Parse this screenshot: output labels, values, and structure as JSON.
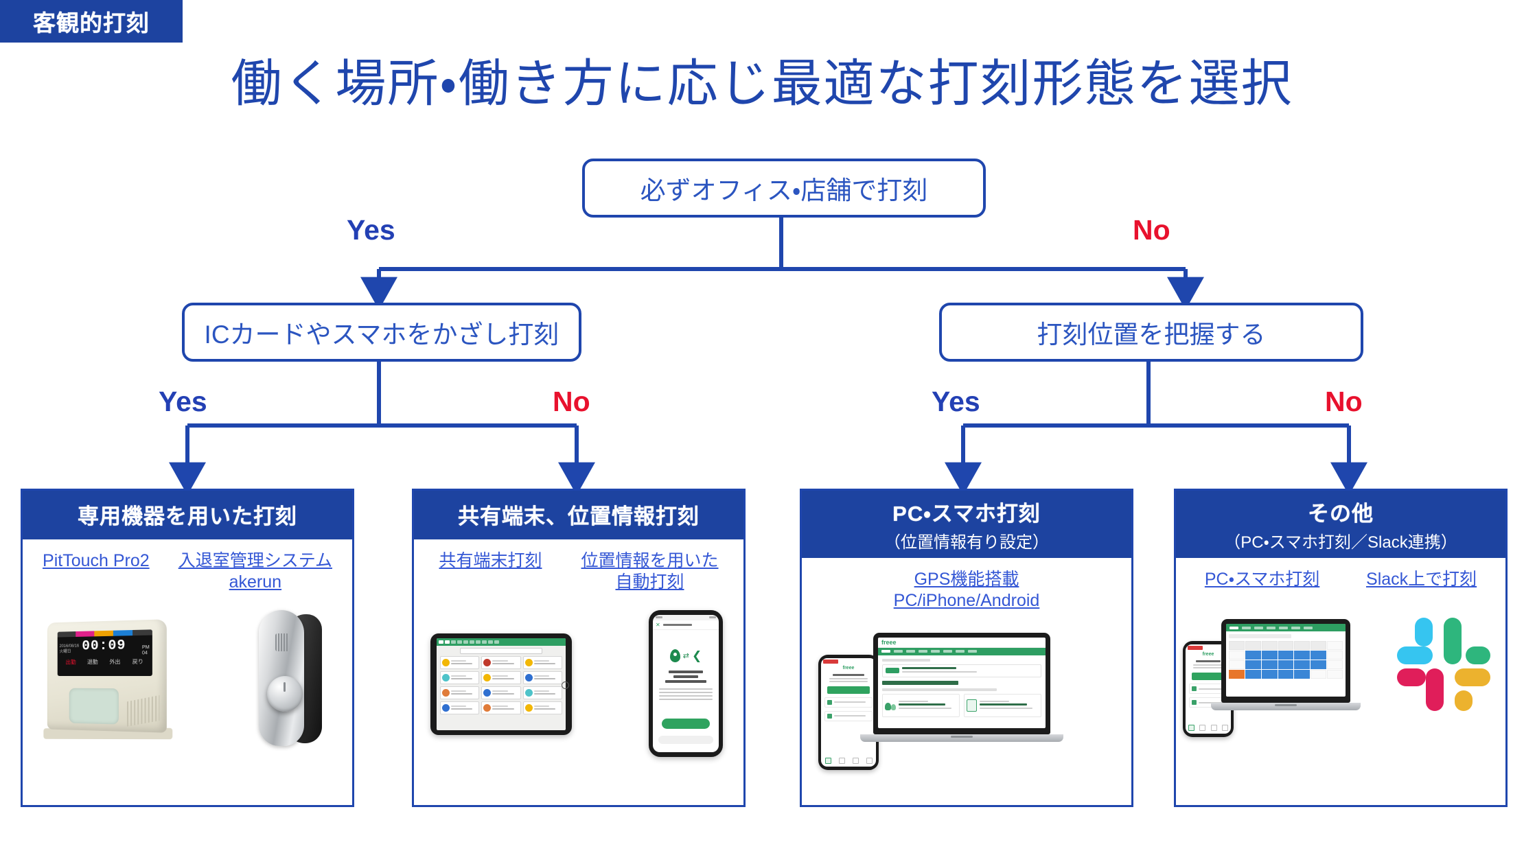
{
  "badge": {
    "label": "客観的打刻"
  },
  "title": "働く場所・働き方に応じ最適な打刻形態を選択",
  "colors": {
    "brand_blue": "#1d43a0",
    "node_blue": "#1f46ad",
    "text_blue": "#2b55c0",
    "link_blue": "#3457d5",
    "yes_blue": "#2340b4",
    "no_red": "#e8112d",
    "white": "#ffffff"
  },
  "nodes": {
    "root": {
      "label": "必ずオフィス・店舗で打刻"
    },
    "left": {
      "label": "ICカードやスマホをかざし打刻"
    },
    "right": {
      "label": "打刻位置を把握する"
    }
  },
  "branch_labels": {
    "root_yes": "Yes",
    "root_no": "No",
    "left_yes": "Yes",
    "left_no": "No",
    "right_yes": "Yes",
    "right_no": "No"
  },
  "cards": [
    {
      "title": "専用機器を用いた打刻",
      "subtitle": "",
      "links": [
        {
          "line1": "PitTouch Pro2",
          "line2": ""
        },
        {
          "line1": "入退室管理システム",
          "line2": "akerun"
        }
      ],
      "media": [
        "pittouch-pro2-terminal",
        "akerun-smart-lock"
      ]
    },
    {
      "title": "共有端末、位置情報打刻",
      "subtitle": "",
      "links": [
        {
          "line1": "共有端末打刻",
          "line2": ""
        },
        {
          "line1": "位置情報を用いた",
          "line2": "自動打刻"
        }
      ],
      "media": [
        "tablet-employee-list",
        "smartphone-location-permission"
      ]
    },
    {
      "title": "PC・スマホ打刻",
      "subtitle": "（位置情報有り設定）",
      "links": [
        {
          "line1": "GPS機能搭載",
          "line2": "PC/iPhone/Android"
        }
      ],
      "media": [
        "smartphone-attendance-app",
        "laptop-hr-dashboard"
      ]
    },
    {
      "title": "その他",
      "subtitle": "（PC・スマホ打刻／Slack連携）",
      "links": [
        {
          "line1": "PC・スマホ打刻",
          "line2": ""
        },
        {
          "line1": "Slack上で打刻",
          "line2": ""
        }
      ],
      "media": [
        "smartphone-attendance-app",
        "laptop-attendance-calendar",
        "slack-logo"
      ]
    }
  ],
  "device_screens": {
    "pittouch": {
      "date": "2016/08/16",
      "weekday": "火曜日",
      "time": "00:09",
      "meridiem": "PM",
      "seconds": "04",
      "buttons": [
        "出勤",
        "退勤",
        "外出",
        "戻り"
      ]
    }
  }
}
